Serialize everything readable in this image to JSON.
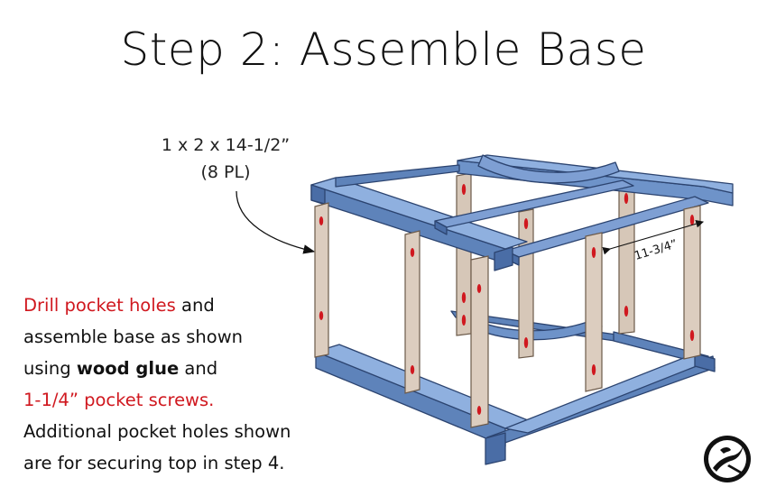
{
  "title": "Step 2: Assemble Base",
  "callout": {
    "dimension": "1 x 2 x 14-1/2”",
    "quantity": "(8 PL)"
  },
  "measurement": "11-3/4”",
  "instructions": {
    "part1_red": "Drill pocket holes",
    "part1_rest": " and",
    "line2": "assemble base as shown",
    "line3_start": "using ",
    "line3_bold": "wood glue",
    "line3_end": " and",
    "line4_red": "1-1/4” pocket screws.",
    "line5": "Additional pocket holes shown",
    "line6": "are for securing top in step 4."
  },
  "colors": {
    "rail_blue": "#6e93c9",
    "rail_dark": "#3f5f94",
    "leg_tan": "#d6c7b8",
    "leg_dark": "#a89583",
    "pocket_red": "#d0181f",
    "text_red": "#d0181f"
  },
  "icons": [
    "brand-logo-icon"
  ]
}
